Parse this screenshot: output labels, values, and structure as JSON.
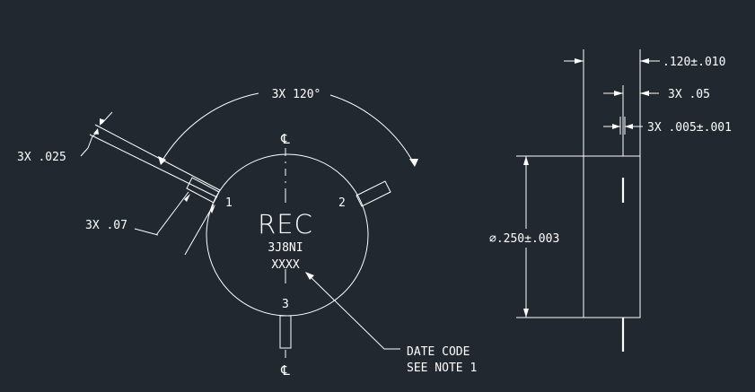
{
  "drawing": {
    "background_color": "#212830",
    "line_color": "#ffffff",
    "front_view": {
      "centerline_symbol": "℄",
      "marking": {
        "brand": "REC",
        "part_number": "3J8NI",
        "date_code": "XXXX"
      },
      "pin_numbers": [
        "1",
        "2",
        "3"
      ]
    },
    "dimensions": {
      "pin_angle": "3X 120°",
      "pin_width": "3X .025",
      "pin_length": "3X .07",
      "body_thickness": ".120±.010",
      "pin_offset": "3X .05",
      "pin_thickness": "3X .005±.001",
      "body_diameter": "⌀.250±.003"
    },
    "note": {
      "line1": "DATE CODE",
      "line2": "SEE NOTE 1"
    }
  }
}
